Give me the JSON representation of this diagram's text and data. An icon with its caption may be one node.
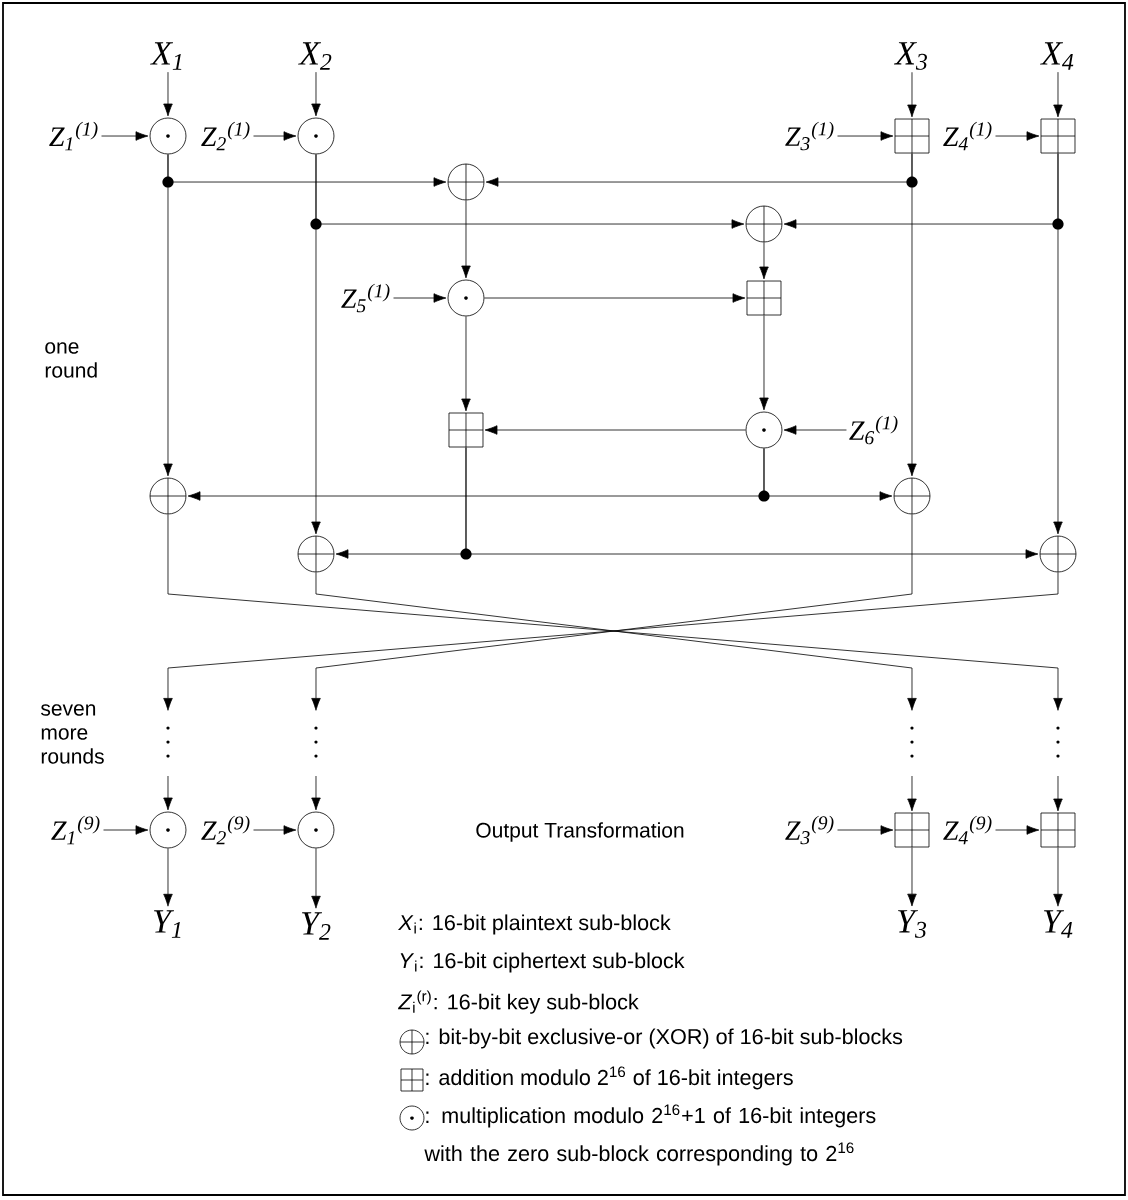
{
  "diagram": {
    "nodes": [
      {
        "text": [
          "X$_{1}$"
        ]
      },
      {
        "text": [
          "X$_{2}$"
        ]
      },
      {
        "text": [
          "X$_{3}$"
        ]
      },
      {
        "text": [
          "X$_{4}$"
        ]
      },
      {
        "text": [
          "Z$_{1}$$^{(1)}$"
        ]
      },
      {
        "text": [],
        "shape": "circle-dot"
      },
      {
        "text": [
          "Z$_{2}$$^{(1)}$"
        ]
      },
      {
        "text": [],
        "shape": "circle-dot"
      },
      {
        "text": [
          "Z$_{3}$$^{(1)}$"
        ]
      },
      {
        "text": [],
        "shape": "square-plus"
      },
      {
        "text": [
          "Z$_{4}$$^{(1)}$"
        ]
      },
      {
        "text": [],
        "shape": "square-plus"
      },
      {
        "text": [],
        "shape": "circle-plus"
      },
      {
        "text": [],
        "shape": "circle-plus"
      },
      {
        "text": [
          "Z$_{5}$$^{(1)}$"
        ]
      },
      {
        "text": [],
        "shape": "circle-dot"
      },
      {
        "text": [],
        "shape": "square-plus"
      },
      {
        "text": [],
        "shape": "square-plus"
      },
      {
        "text": [],
        "shape": "circle-dot"
      },
      {
        "text": [
          "Z$_{6}$$^{(1)}$"
        ]
      },
      {
        "text": [],
        "shape": "circle-plus"
      },
      {
        "text": [],
        "shape": "circle-plus"
      },
      {
        "text": [],
        "shape": "circle-plus"
      },
      {
        "text": [],
        "shape": "circle-plus"
      },
      {
        "text": [
          "Z$_{1}$$^{(9)}$"
        ]
      },
      {
        "text": [],
        "shape": "circle-dot"
      },
      {
        "text": [
          "Z$_{2}$$^{(9)}$"
        ]
      },
      {
        "text": [],
        "shape": "circle-dot"
      },
      {
        "text": [
          "Z$_{3}$$^{(9)}$"
        ]
      },
      {
        "text": [],
        "shape": "square-plus"
      },
      {
        "text": [
          "Z$_{4}$$^{(9)}$"
        ]
      },
      {
        "text": [],
        "shape": "square-plus"
      },
      {
        "text": [
          "Y$_{1}$"
        ]
      },
      {
        "text": [
          "Y$_{2}$"
        ]
      },
      {
        "text": [
          "Y$_{3}$"
        ]
      },
      {
        "text": [
          "Y$_{4}$"
        ]
      }
    ],
    "edges": [
      {
        "from": 0,
        "to": 5,
        "arrow": "to"
      },
      {
        "from": 4,
        "to": 5,
        "arrow": "to"
      },
      {
        "from": 1,
        "to": 7,
        "arrow": "to"
      },
      {
        "from": 6,
        "to": 7,
        "arrow": "to"
      },
      {
        "from": 2,
        "to": 9,
        "arrow": "to"
      },
      {
        "from": 8,
        "to": 9,
        "arrow": "to"
      },
      {
        "from": 3,
        "to": 11,
        "arrow": "to"
      },
      {
        "from": 10,
        "to": 11,
        "arrow": "to"
      },
      {
        "from": 5,
        "to": 12,
        "arrow": "to"
      },
      {
        "from": 9,
        "to": 12,
        "arrow": "to"
      },
      {
        "from": 7,
        "to": 13,
        "arrow": "to"
      },
      {
        "from": 11,
        "to": 13,
        "arrow": "to"
      },
      {
        "from": 5,
        "to": 20,
        "arrow": "to"
      },
      {
        "from": 9,
        "to": 21,
        "arrow": "to"
      },
      {
        "from": 7,
        "to": 22,
        "arrow": "to"
      },
      {
        "from": 11,
        "to": 23,
        "arrow": "to"
      },
      {
        "from": 12,
        "to": 15,
        "arrow": "to"
      },
      {
        "from": 14,
        "to": 15,
        "arrow": "to"
      },
      {
        "from": 13,
        "to": 16,
        "arrow": "to"
      },
      {
        "from": 15,
        "to": 16,
        "arrow": "to"
      },
      {
        "from": 16,
        "to": 18,
        "arrow": "to"
      },
      {
        "from": 19,
        "to": 18,
        "arrow": "to"
      },
      {
        "from": 18,
        "to": 17,
        "arrow": "to"
      },
      {
        "from": 15,
        "to": 17,
        "arrow": "to"
      },
      {
        "from": 18,
        "to": 20,
        "arrow": "to"
      },
      {
        "from": 18,
        "to": 21,
        "arrow": "to"
      },
      {
        "from": 17,
        "to": 22,
        "arrow": "to"
      },
      {
        "from": 17,
        "to": 23,
        "arrow": "to"
      },
      {
        "from": 20,
        "to": null,
        "arrow": "to"
      },
      {
        "from": 22,
        "to": null,
        "arrow": "to"
      },
      {
        "from": 21,
        "to": null,
        "arrow": "to"
      },
      {
        "from": 23,
        "to": null,
        "arrow": "to"
      },
      {
        "from": null,
        "to": 25,
        "arrow": "to"
      },
      {
        "from": null,
        "to": 27,
        "arrow": "to"
      },
      {
        "from": null,
        "to": 29,
        "arrow": "to"
      },
      {
        "from": null,
        "to": 31,
        "arrow": "to"
      },
      {
        "from": 24,
        "to": 25,
        "arrow": "to"
      },
      {
        "from": 26,
        "to": 27,
        "arrow": "to"
      },
      {
        "from": 28,
        "to": 29,
        "arrow": "to"
      },
      {
        "from": 30,
        "to": 31,
        "arrow": "to"
      },
      {
        "from": 25,
        "to": 32,
        "arrow": "to"
      },
      {
        "from": 27,
        "to": 33,
        "arrow": "to"
      },
      {
        "from": 29,
        "to": 34,
        "arrow": "to"
      },
      {
        "from": 31,
        "to": 35,
        "arrow": "to"
      }
    ],
    "labels": [
      "one round",
      "seven more rounds",
      "Output Transformation"
    ],
    "legend": [
      {
        "text": "*X*$_{i}$: 16-bit plaintext sub-block"
      },
      {
        "text": "*Y*$_{i}$: 16-bit ciphertext sub-block"
      },
      {
        "text": "*Z*$_{i}$$^{(r)}$: 16-bit key sub-block"
      },
      {
        "text": ": bit-by-bit exclusive-or (XOR) of 16-bit sub-blocks"
      },
      {
        "text": ": addition modulo 2$^{16}$ of 16-bit integers"
      },
      {
        "text": ": multiplication modulo 2$^{16}$+1 of 16-bit integers with the zero sub-block corresponding to 2$^{16}$"
      }
    ]
  }
}
